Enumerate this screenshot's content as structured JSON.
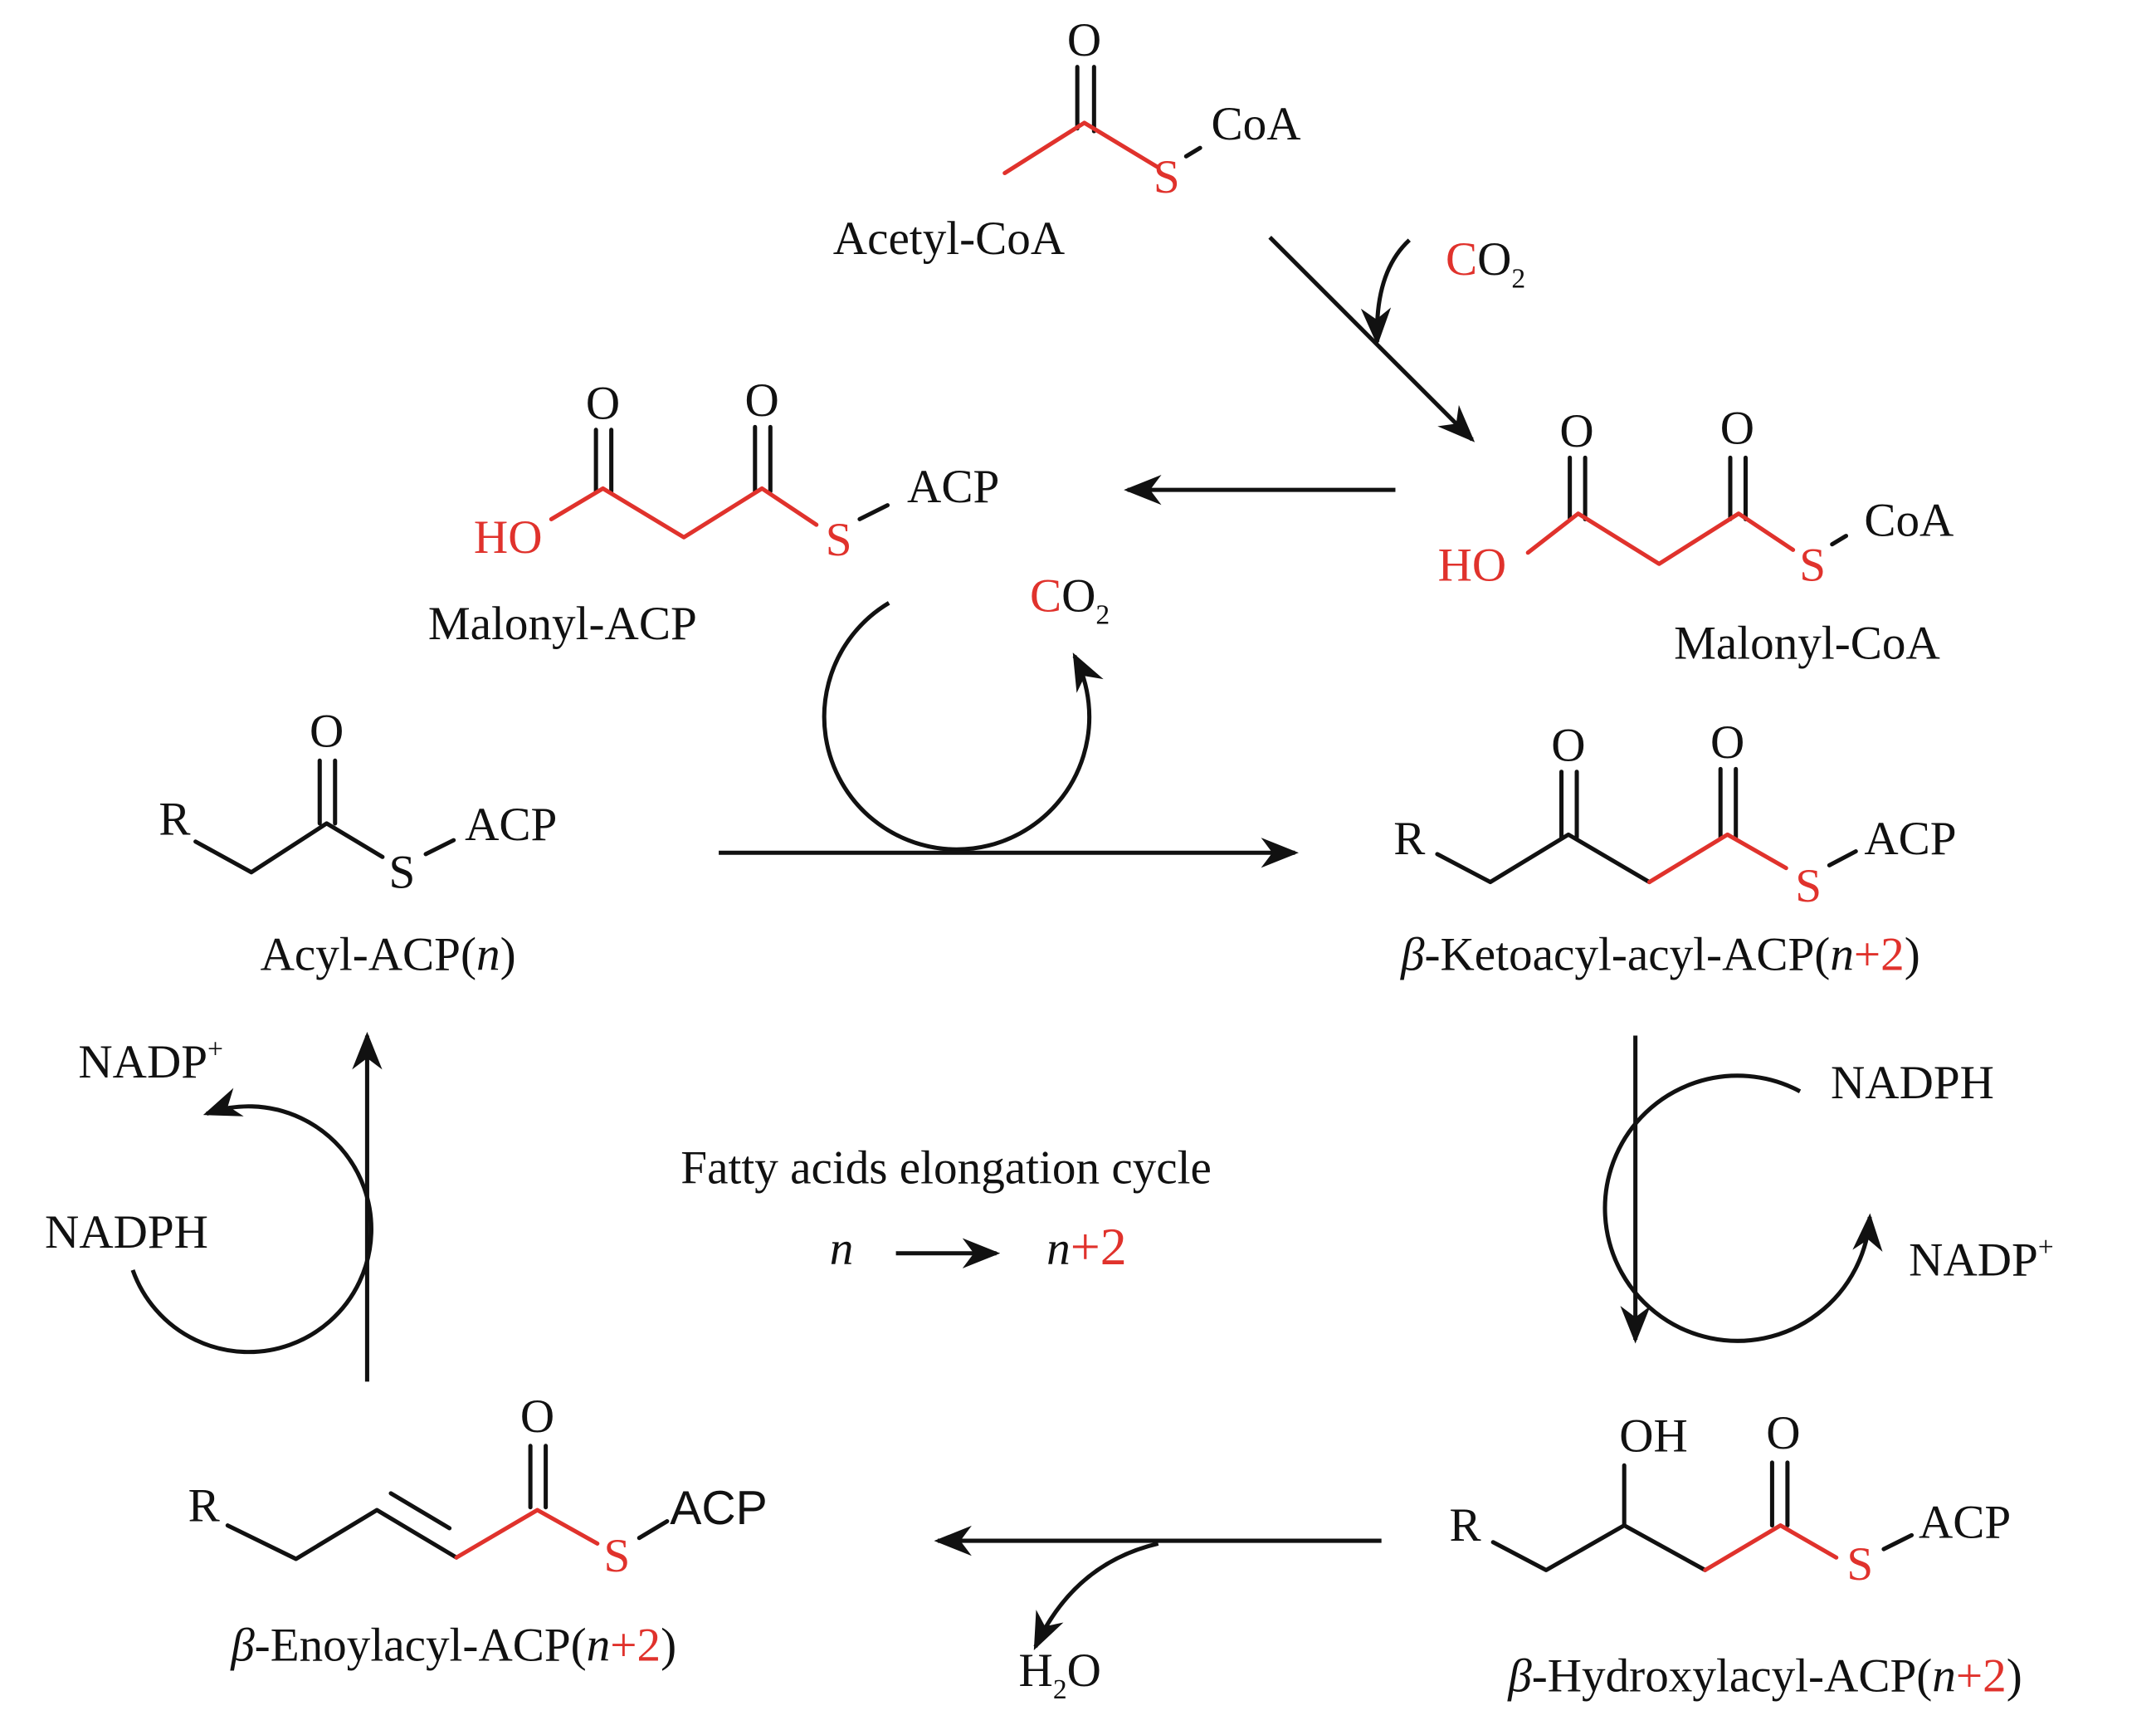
{
  "title": "Fatty acids elongation cycle",
  "cycle": {
    "from": "n",
    "arrow": "→",
    "to_n": "n",
    "to_plus2": "+2"
  },
  "colors": {
    "highlight": "#e0322c",
    "ink": "#111111"
  },
  "compounds": {
    "acetyl_coa": {
      "name": "Acetyl-CoA",
      "O": "O",
      "S": "S",
      "group": "CoA"
    },
    "malonyl_coa": {
      "name": "Malonyl-CoA",
      "O1": "O",
      "O2": "O",
      "HO": "HO",
      "S": "S",
      "group": "CoA"
    },
    "malonyl_acp": {
      "name": "Malonyl-ACP",
      "O1": "O",
      "O2": "O",
      "HO": "HO",
      "S": "S",
      "group": "ACP"
    },
    "acyl_acp": {
      "name_prefix": "Acyl-ACP(",
      "n": "n",
      "name_suffix": ")",
      "R": "R",
      "O": "O",
      "S": "S",
      "group": "ACP"
    },
    "ketoacyl": {
      "beta": "β",
      "name_prefix": "-Ketoacyl-acyl-ACP(",
      "n": "n",
      "plus2": "+2",
      "name_suffix": ")",
      "R": "R",
      "O1": "O",
      "O2": "O",
      "S": "S",
      "group": "ACP"
    },
    "hydroxyacyl": {
      "beta": "β",
      "name_prefix": "-Hydroxylacyl-ACP(",
      "n": "n",
      "plus2": "+2",
      "name_suffix": ")",
      "R": "R",
      "OH": "OH",
      "O": "O",
      "S": "S",
      "group": "ACP"
    },
    "enoylacyl": {
      "beta": "β",
      "name_prefix": "-Enoylacyl-ACP(",
      "n": "n",
      "plus2": "+2",
      "name_suffix": ")",
      "R": "R",
      "O": "O",
      "S": "S",
      "group": "ACP"
    }
  },
  "cofactors": {
    "co2_in": {
      "C": "C",
      "O": "O",
      "sub": "2"
    },
    "co2_out": {
      "C": "C",
      "O": "O",
      "sub": "2"
    },
    "nadph_right": "NADPH",
    "nadp_right": "NADP",
    "nadp_right_sup": "+",
    "nadph_left": "NADPH",
    "nadp_left": "NADP",
    "nadp_left_sup": "+",
    "water": {
      "H": "H",
      "sub": "2",
      "O": "O"
    }
  }
}
